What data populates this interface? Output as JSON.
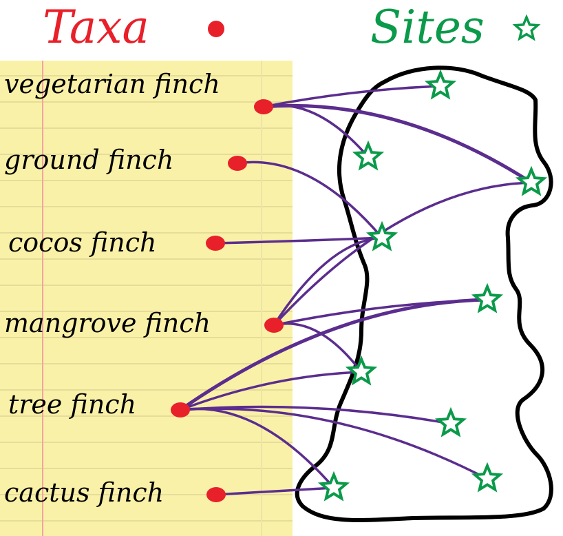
{
  "titles": {
    "taxa": "Taxa",
    "sites": "Sites"
  },
  "colors": {
    "taxa": "#e8202a",
    "sites": "#0a9a4a",
    "edge": "#5b2d8e",
    "paper": "#faf1a8",
    "island": "#000000"
  },
  "taxa": [
    {
      "label": "vegetarian finch"
    },
    {
      "label": "ground finch"
    },
    {
      "label": "cocos  finch"
    },
    {
      "label": "mangrove finch"
    },
    {
      "label": "tree finch"
    },
    {
      "label": "cactus finch"
    }
  ],
  "site_count": 9,
  "links": [
    {
      "taxon": 0,
      "site": 0
    },
    {
      "taxon": 0,
      "site": 1
    },
    {
      "taxon": 0,
      "site": 2
    },
    {
      "taxon": 1,
      "site": 3
    },
    {
      "taxon": 2,
      "site": 3
    },
    {
      "taxon": 3,
      "site": 3
    },
    {
      "taxon": 3,
      "site": 2
    },
    {
      "taxon": 3,
      "site": 4
    },
    {
      "taxon": 3,
      "site": 5
    },
    {
      "taxon": 4,
      "site": 4
    },
    {
      "taxon": 4,
      "site": 5
    },
    {
      "taxon": 4,
      "site": 6
    },
    {
      "taxon": 4,
      "site": 7
    },
    {
      "taxon": 4,
      "site": 8
    },
    {
      "taxon": 5,
      "site": 8
    }
  ]
}
